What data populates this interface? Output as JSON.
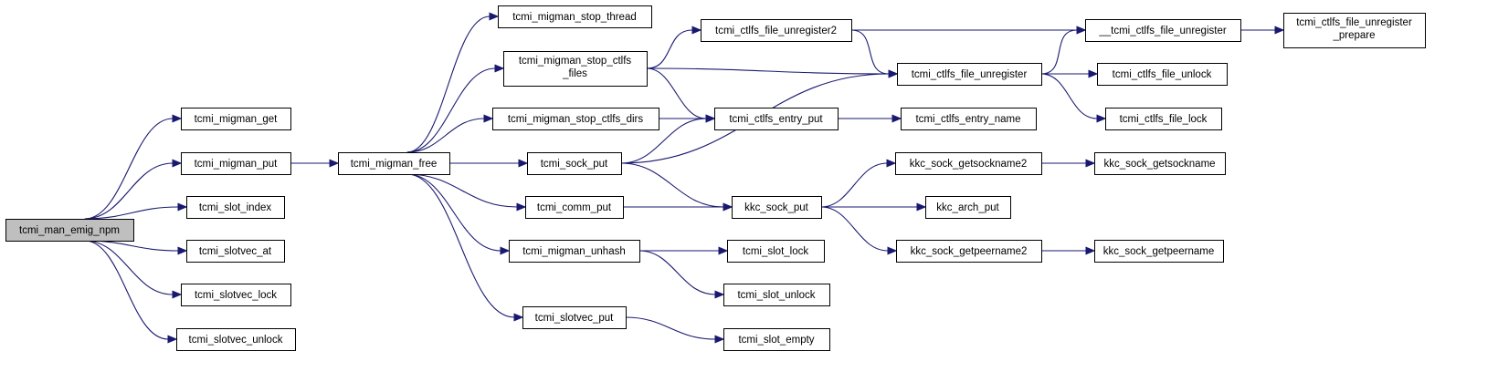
{
  "graph": {
    "colors": {
      "edge": "#191970",
      "node_border": "#000000",
      "node_fill": "#ffffff",
      "root_fill": "#bfbfbf"
    },
    "nodes": [
      {
        "id": "root",
        "lines": [
          "tcmi_man_emig_npm"
        ],
        "root": true
      },
      {
        "id": "migman_get",
        "lines": [
          "tcmi_migman_get"
        ]
      },
      {
        "id": "migman_put",
        "lines": [
          "tcmi_migman_put"
        ]
      },
      {
        "id": "slot_index",
        "lines": [
          "tcmi_slot_index"
        ]
      },
      {
        "id": "slotvec_at",
        "lines": [
          "tcmi_slotvec_at"
        ]
      },
      {
        "id": "slotvec_lock",
        "lines": [
          "tcmi_slotvec_lock"
        ]
      },
      {
        "id": "slotvec_unlock",
        "lines": [
          "tcmi_slotvec_unlock"
        ]
      },
      {
        "id": "migman_free",
        "lines": [
          "tcmi_migman_free"
        ]
      },
      {
        "id": "stop_thread",
        "lines": [
          "tcmi_migman_stop_thread"
        ]
      },
      {
        "id": "stop_ctlfs_files",
        "lines": [
          "tcmi_migman_stop_ctlfs",
          "_files"
        ]
      },
      {
        "id": "stop_ctlfs_dirs",
        "lines": [
          "tcmi_migman_stop_ctlfs_dirs"
        ]
      },
      {
        "id": "sock_put",
        "lines": [
          "tcmi_sock_put"
        ]
      },
      {
        "id": "comm_put",
        "lines": [
          "tcmi_comm_put"
        ]
      },
      {
        "id": "migman_unhash",
        "lines": [
          "tcmi_migman_unhash"
        ]
      },
      {
        "id": "slotvec_put",
        "lines": [
          "tcmi_slotvec_put"
        ]
      },
      {
        "id": "file_unregister2",
        "lines": [
          "tcmi_ctlfs_file_unregister2"
        ]
      },
      {
        "id": "entry_put",
        "lines": [
          "tcmi_ctlfs_entry_put"
        ]
      },
      {
        "id": "kkc_sock_put",
        "lines": [
          "kkc_sock_put"
        ]
      },
      {
        "id": "slot_lock",
        "lines": [
          "tcmi_slot_lock"
        ]
      },
      {
        "id": "slot_unlock",
        "lines": [
          "tcmi_slot_unlock"
        ]
      },
      {
        "id": "slot_empty",
        "lines": [
          "tcmi_slot_empty"
        ]
      },
      {
        "id": "file_unregister",
        "lines": [
          "tcmi_ctlfs_file_unregister"
        ]
      },
      {
        "id": "entry_name",
        "lines": [
          "tcmi_ctlfs_entry_name"
        ]
      },
      {
        "id": "getsockname2",
        "lines": [
          "kkc_sock_getsockname2"
        ]
      },
      {
        "id": "arch_put",
        "lines": [
          "kkc_arch_put"
        ]
      },
      {
        "id": "getpeername2",
        "lines": [
          "kkc_sock_getpeername2"
        ]
      },
      {
        "id": "__file_unregister",
        "lines": [
          "__tcmi_ctlfs_file_unregister"
        ]
      },
      {
        "id": "file_unlock",
        "lines": [
          "tcmi_ctlfs_file_unlock"
        ]
      },
      {
        "id": "file_lock",
        "lines": [
          "tcmi_ctlfs_file_lock"
        ]
      },
      {
        "id": "getsockname",
        "lines": [
          "kkc_sock_getsockname"
        ]
      },
      {
        "id": "getpeername",
        "lines": [
          "kkc_sock_getpeername"
        ]
      },
      {
        "id": "unregister_prepare",
        "lines": [
          "tcmi_ctlfs_file_unregister",
          "_prepare"
        ]
      }
    ],
    "edges": [
      [
        "root",
        "migman_get"
      ],
      [
        "root",
        "migman_put"
      ],
      [
        "root",
        "slot_index"
      ],
      [
        "root",
        "slotvec_at"
      ],
      [
        "root",
        "slotvec_lock"
      ],
      [
        "root",
        "slotvec_unlock"
      ],
      [
        "migman_put",
        "migman_free"
      ],
      [
        "migman_free",
        "stop_thread"
      ],
      [
        "migman_free",
        "stop_ctlfs_files"
      ],
      [
        "migman_free",
        "stop_ctlfs_dirs"
      ],
      [
        "migman_free",
        "sock_put"
      ],
      [
        "migman_free",
        "comm_put"
      ],
      [
        "migman_free",
        "migman_unhash"
      ],
      [
        "migman_free",
        "slotvec_put"
      ],
      [
        "stop_ctlfs_files",
        "file_unregister2"
      ],
      [
        "stop_ctlfs_files",
        "file_unregister"
      ],
      [
        "stop_ctlfs_files",
        "entry_put"
      ],
      [
        "stop_ctlfs_dirs",
        "entry_put"
      ],
      [
        "sock_put",
        "entry_put"
      ],
      [
        "sock_put",
        "file_unregister"
      ],
      [
        "sock_put",
        "kkc_sock_put"
      ],
      [
        "comm_put",
        "kkc_sock_put"
      ],
      [
        "migman_unhash",
        "slot_lock"
      ],
      [
        "migman_unhash",
        "slot_unlock"
      ],
      [
        "slotvec_put",
        "slot_empty"
      ],
      [
        "file_unregister2",
        "__file_unregister"
      ],
      [
        "file_unregister2",
        "file_unregister"
      ],
      [
        "entry_put",
        "entry_name"
      ],
      [
        "kkc_sock_put",
        "getsockname2"
      ],
      [
        "kkc_sock_put",
        "arch_put"
      ],
      [
        "kkc_sock_put",
        "getpeername2"
      ],
      [
        "file_unregister",
        "__file_unregister"
      ],
      [
        "file_unregister",
        "file_unlock"
      ],
      [
        "file_unregister",
        "file_lock"
      ],
      [
        "getsockname2",
        "getsockname"
      ],
      [
        "getpeername2",
        "getpeername"
      ],
      [
        "__file_unregister",
        "unregister_prepare"
      ]
    ]
  }
}
